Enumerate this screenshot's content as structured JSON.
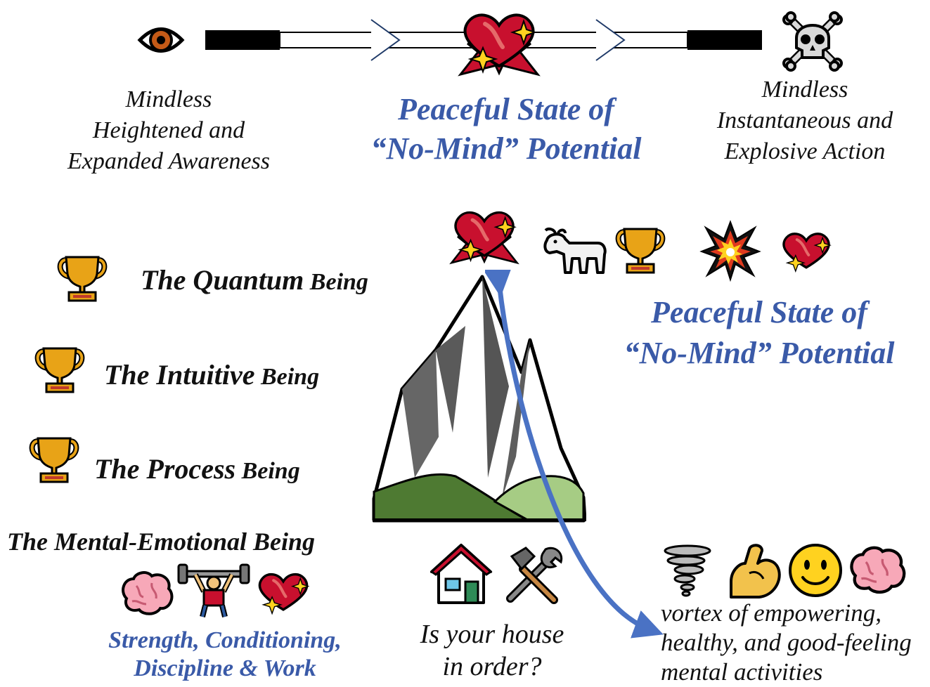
{
  "spectrum": {
    "left_caption": [
      "Mindless",
      "Heightened and",
      "Expanded Awareness"
    ],
    "center_caption": [
      "Peaceful State of",
      "“No-Mind” Potential"
    ],
    "right_caption": [
      "Mindless",
      "Instantaneous and",
      "Explosive Action"
    ],
    "left_icon": "eye-icon",
    "center_icon": "sparkling-heart-icon",
    "right_icon": "skull-crossbones-icon"
  },
  "levels": [
    {
      "main": "The Quantum",
      "suffix": " Being",
      "icon": "trophy-icon"
    },
    {
      "main": "The Intuitive",
      "suffix": " Being",
      "icon": "trophy-icon"
    },
    {
      "main": "The Process",
      "suffix": " Being",
      "icon": "trophy-icon"
    },
    {
      "main": "The Mental-Emotional",
      "suffix": " Being"
    }
  ],
  "peak": {
    "caption": [
      "Peaceful State of",
      "“No-Mind” Potential"
    ],
    "icons": [
      "sparkling-heart-icon",
      "goat-icon",
      "trophy-icon",
      "collision-icon",
      "sparkling-heart-icon"
    ]
  },
  "base": {
    "strength": {
      "icons": [
        "brain-icon",
        "weightlifter-icon",
        "sparkling-heart-icon"
      ],
      "caption": [
        "Strength, Conditioning,",
        "Discipline & Work"
      ]
    },
    "house": {
      "icons": [
        "house-icon",
        "hammer-wrench-icon"
      ],
      "caption": [
        "Is your house",
        "in order?"
      ]
    },
    "vortex": {
      "icons": [
        "tornado-icon",
        "flexed-biceps-icon",
        "smiling-face-icon",
        "brain-icon"
      ],
      "caption": [
        "vortex of empowering,",
        "healthy, and good-feeling",
        "mental activities"
      ]
    }
  },
  "colors": {
    "accent_blue": "#3a5aa8",
    "arrow_blue": "#4a72c4",
    "heart_red": "#c8102e",
    "trophy_gold": "#e8a317",
    "mountain_dark": "#555555",
    "grass_dark": "#4e7a32",
    "grass_light": "#a6cc84"
  }
}
